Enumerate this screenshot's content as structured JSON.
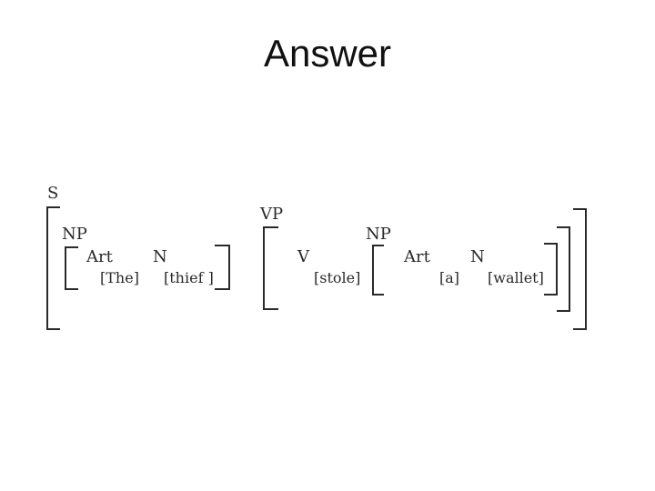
{
  "title": "Answer",
  "tree": {
    "s_label": "S",
    "np1": {
      "label": "NP",
      "art_label": "Art",
      "n_label": "N",
      "art_word": "[The]",
      "n_word": "[thief ]"
    },
    "vp": {
      "label": "VP",
      "v_label": "V",
      "v_word": "[stole]",
      "np2": {
        "label": "NP",
        "art_label": "Art",
        "n_label": "N",
        "art_word": "[a]",
        "n_word": "[wallet]"
      }
    }
  }
}
